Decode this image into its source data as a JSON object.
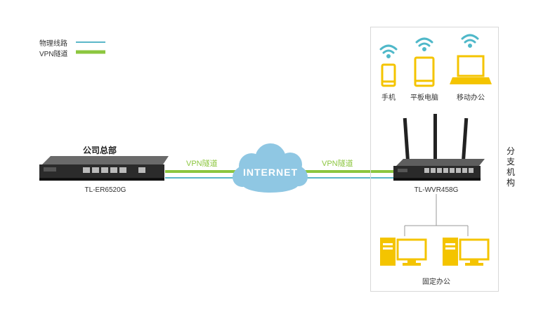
{
  "legend": {
    "physical_line_label": "物理线路",
    "vpn_tunnel_label": "VPN隧道",
    "physical_color": "#5bb7c9",
    "vpn_color": "#8cc63f"
  },
  "headquarters": {
    "title": "公司总部",
    "router_model": "TL-ER6520G"
  },
  "links": {
    "vpn_left_label": "VPN隧道",
    "vpn_right_label": "VPN隧道"
  },
  "internet": {
    "label": "INTERNET",
    "cloud_color": "#8fc7e3"
  },
  "branch": {
    "title": "分支机构",
    "router_model": "TL-WVR458G",
    "wireless_devices": [
      {
        "label": "手机",
        "icon": "mobile-phone-icon"
      },
      {
        "label": "平板电脑",
        "icon": "tablet-icon"
      },
      {
        "label": "移动办公",
        "icon": "laptop-icon"
      }
    ],
    "wired_label": "固定办公",
    "accent_color": "#f4c400",
    "wifi_color": "#4fb8c9"
  }
}
